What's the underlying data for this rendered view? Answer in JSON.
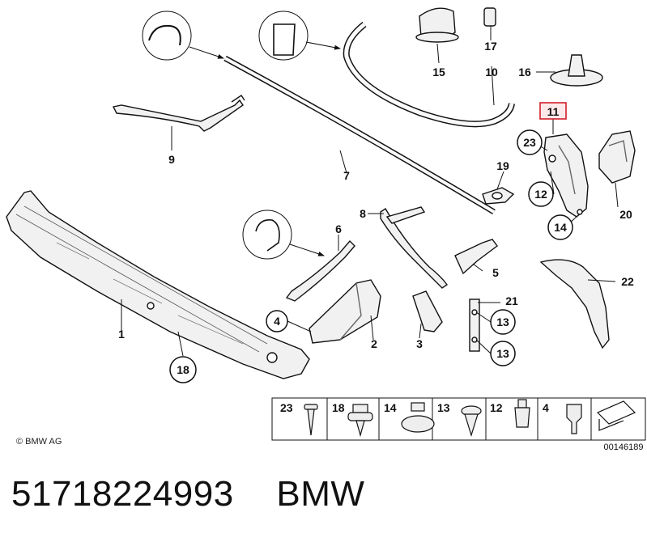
{
  "callouts": {
    "c1": "1",
    "c2": "2",
    "c3": "3",
    "c4": "4",
    "c5": "5",
    "c6": "6",
    "c7": "7",
    "c8": "8",
    "c9": "9",
    "c10": "10",
    "c11": "11",
    "c12": "12",
    "c13a": "13",
    "c13b": "13",
    "c14": "14",
    "c15": "15",
    "c16": "16",
    "c17": "17",
    "c18": "18",
    "c19": "19",
    "c20": "20",
    "c21": "21",
    "c22": "22",
    "c23": "23"
  },
  "legend": {
    "items": [
      "23",
      "18",
      "14",
      "13",
      "12",
      "4"
    ],
    "code": "00146189"
  },
  "copyright": "© BMW AG",
  "footer": {
    "part_number": "51718224993",
    "brand": "BMW"
  },
  "colors": {
    "highlight": "#d11f2a",
    "line": "#111111",
    "part_fill": "#f1f1f1"
  }
}
